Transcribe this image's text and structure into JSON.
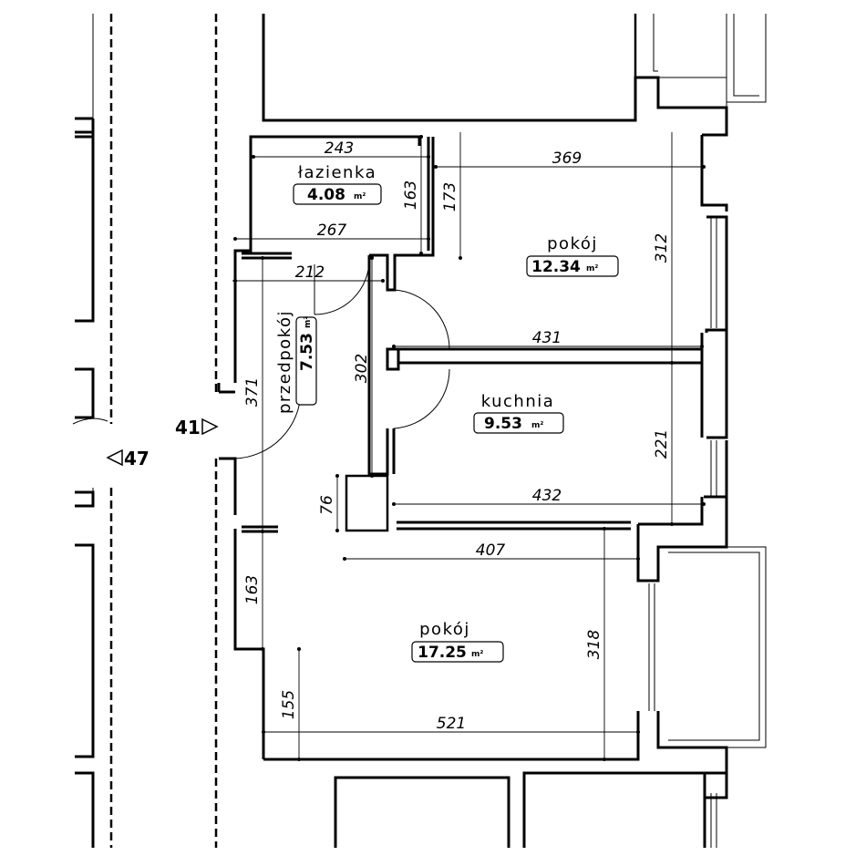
{
  "rooms": {
    "lazienka": {
      "name": "łazienka",
      "area": "4.08",
      "unit": "m²"
    },
    "pokoj1": {
      "name": "pokój",
      "area": "12.34",
      "unit": "m²"
    },
    "kuchnia": {
      "name": "kuchnia",
      "area": "9.53",
      "unit": "m²"
    },
    "przedpokoj": {
      "name": "przedpokój",
      "area": "7.53",
      "unit": "m²"
    },
    "pokoj2": {
      "name": "pokój",
      "area": "17.25",
      "unit": "m²"
    }
  },
  "dimensions": {
    "d243": "243",
    "d267": "267",
    "d163a": "163",
    "d173": "173",
    "d369": "369",
    "d312": "312",
    "d212": "212",
    "d431": "431",
    "d302": "302",
    "d371": "371",
    "d221": "221",
    "d76": "76",
    "d432": "432",
    "d407": "407",
    "d163b": "163",
    "d318": "318",
    "d155": "155",
    "d521": "521"
  },
  "markers": {
    "m41": "41",
    "m47": "47"
  }
}
